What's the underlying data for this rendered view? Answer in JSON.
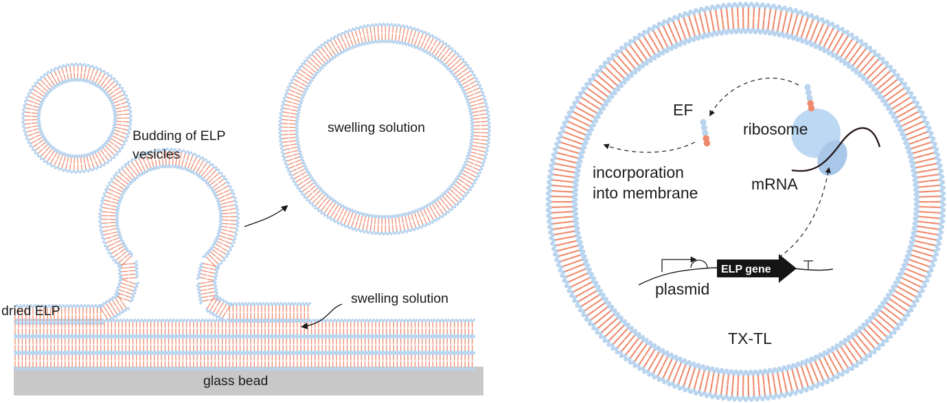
{
  "colors": {
    "head": "#b9d4ee",
    "tail": "#ef8a6c",
    "bead": "#c8c8c8",
    "ribosome": "#bcd8f2",
    "ribosome_small": "#a9c7e9",
    "gene_arrow": "#151515",
    "line": "#1a1a1a"
  },
  "left_panel": {
    "labels": {
      "budding": [
        "Budding of ELP",
        "vesicles"
      ],
      "swelling_top": "swelling solution",
      "swelling_mid": "swelling solution",
      "dried": "dried ELP",
      "bead": "glass bead"
    },
    "icons": [
      "small-vesicle",
      "large-vesicle",
      "budding-bleb",
      "lamellar-stack",
      "glass-bead"
    ]
  },
  "right_panel": {
    "labels": {
      "ef": "EF",
      "ribosome": "ribosome",
      "mrna": "mRNA",
      "incorporation": [
        "incorporation",
        "into membrane"
      ],
      "gene": "ELP gene",
      "plasmid": "plasmid",
      "txtl": "TX-TL"
    },
    "icons": [
      "cell-vesicle",
      "ribosome",
      "elp-molecule",
      "promoter",
      "rbs",
      "terminator"
    ]
  }
}
